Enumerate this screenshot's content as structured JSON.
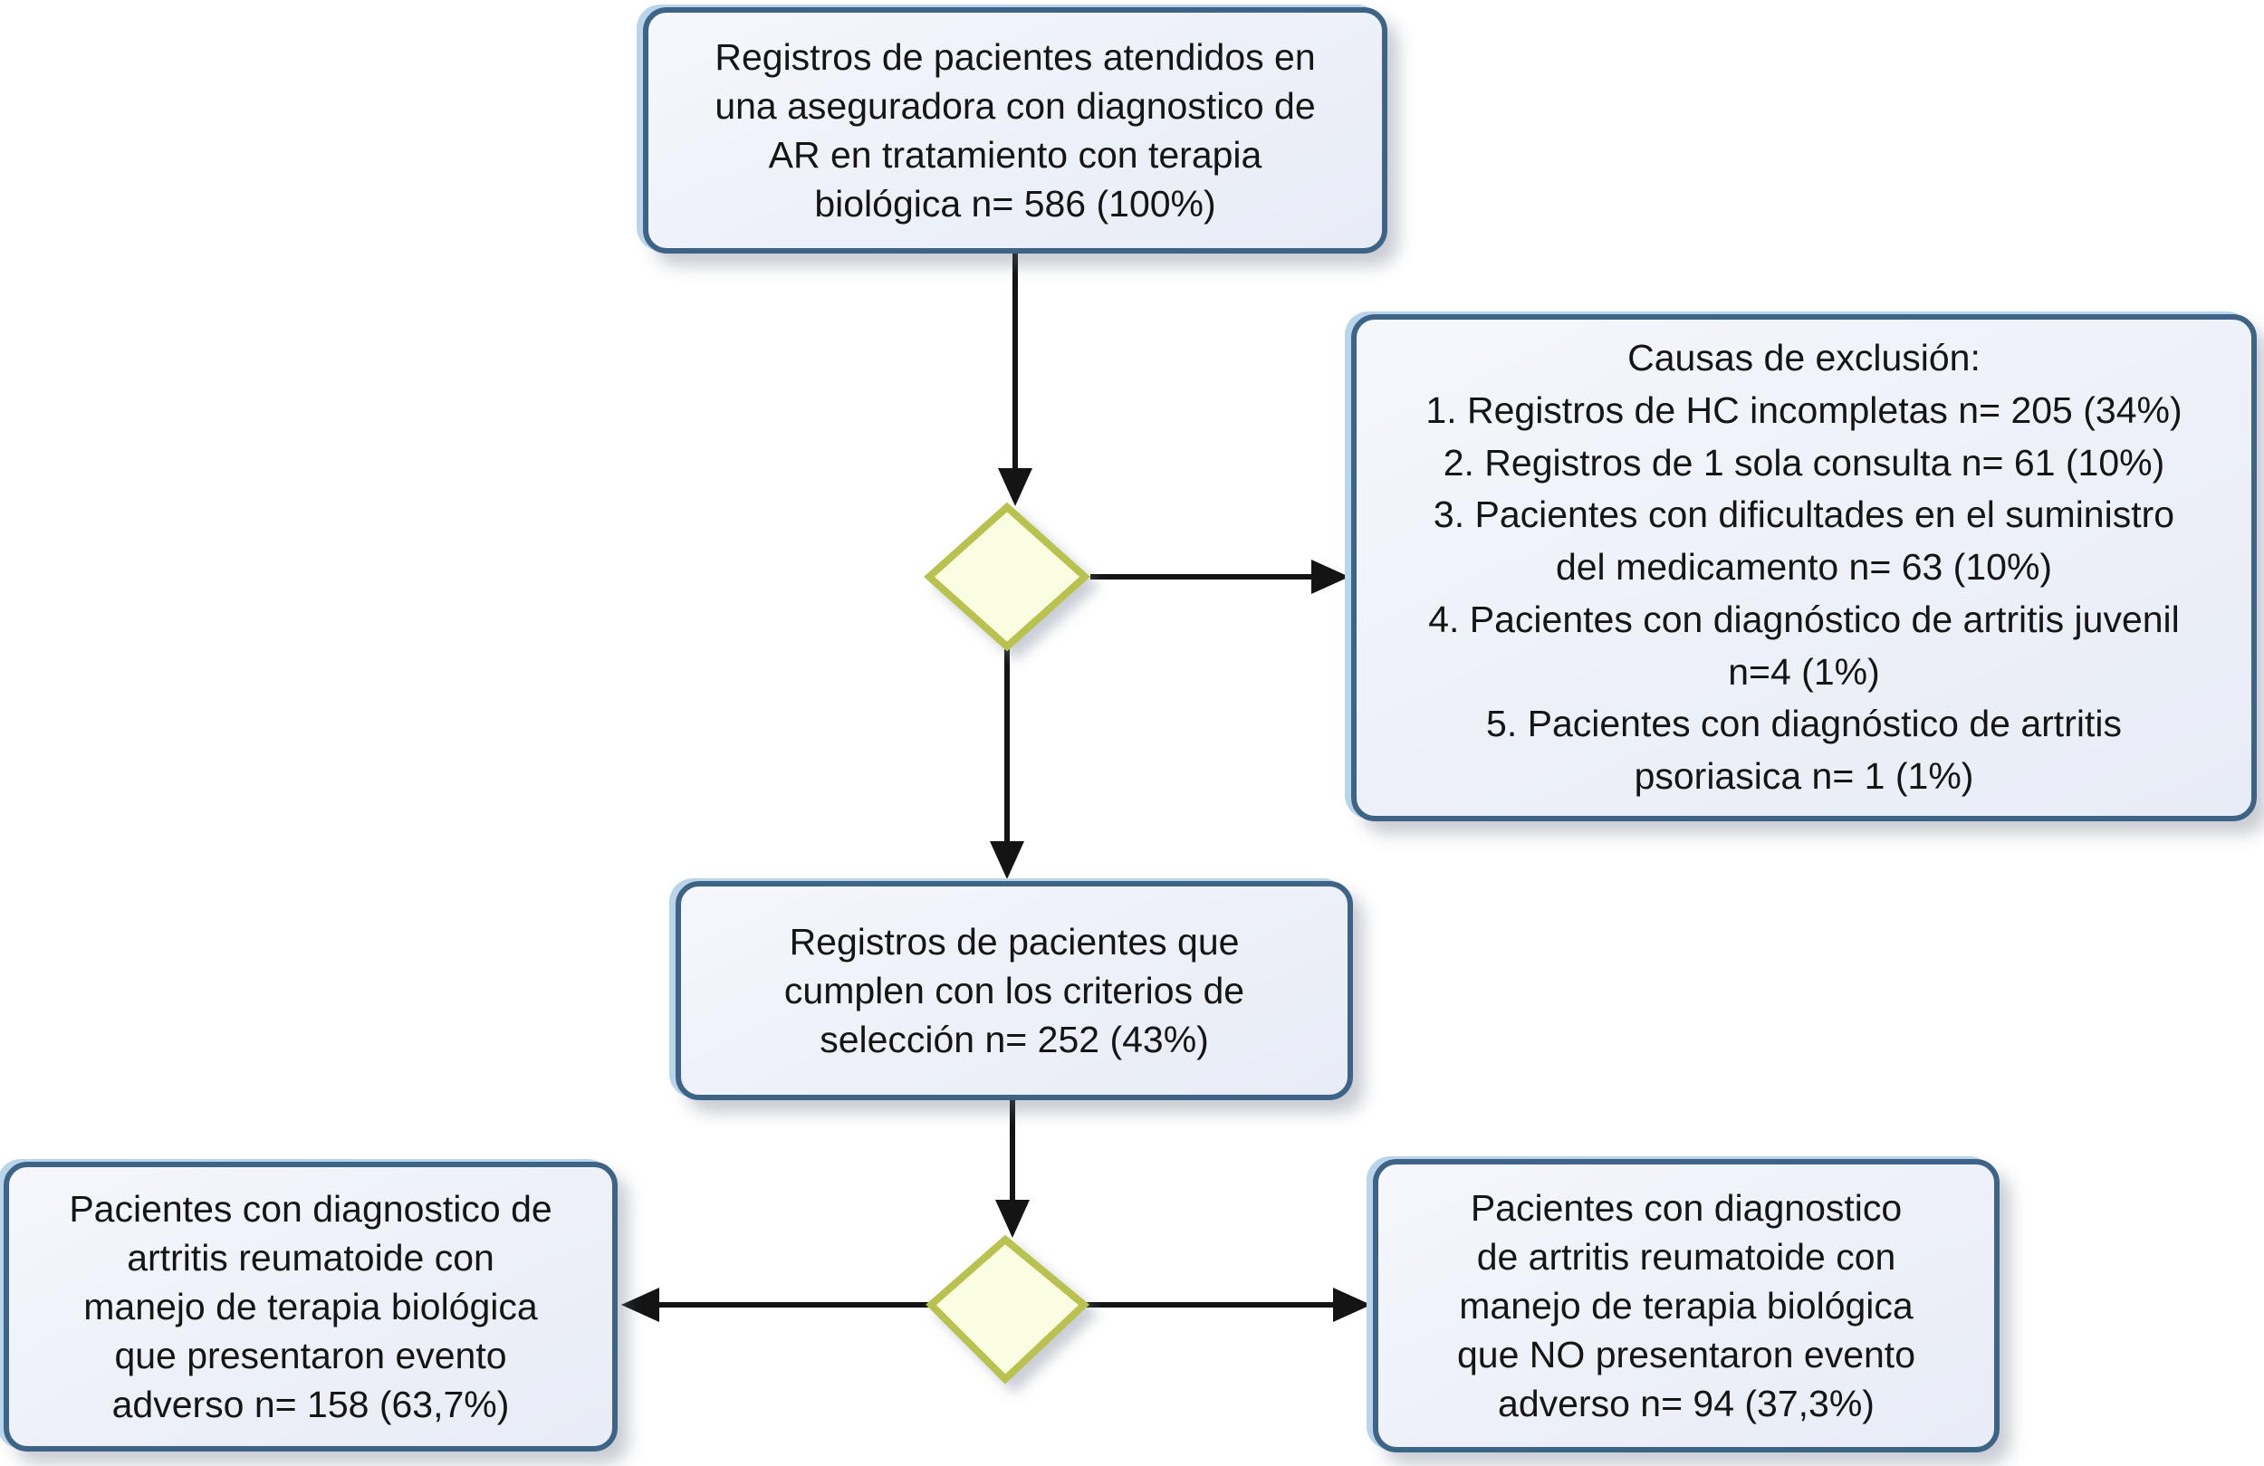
{
  "diagram": {
    "type": "flowchart",
    "background": "#ffffff",
    "colors": {
      "box_fill": "#eff2f9",
      "box_border": "#3d6486",
      "box_accent": "#b9d5ec",
      "diamond_fill": "#fbfde2",
      "diamond_border": "#b9c24f",
      "arrow": "#141414",
      "text": "#151515"
    },
    "nodes": {
      "source": {
        "lines": [
          "Registros de pacientes atendidos en",
          "una aseguradora con diagnostico de",
          "AR en tratamiento con terapia",
          "biológica n= 586 (100%)"
        ]
      },
      "exclusions": {
        "lines": [
          "Causas de exclusión:",
          "1. Registros de HC incompletas n= 205 (34%)",
          "2. Registros de 1 sola consulta n= 61 (10%)",
          "3. Pacientes con dificultades en el suministro",
          "del medicamento n= 63 (10%)",
          "4. Pacientes con diagnóstico de artritis juvenil",
          "n=4 (1%)",
          "5. Pacientes con diagnóstico de artritis",
          "psoriasica n= 1 (1%)"
        ]
      },
      "selected": {
        "lines": [
          "Registros de pacientes que",
          "cumplen con los criterios de",
          "selección n= 252 (43%)"
        ]
      },
      "adverse": {
        "lines": [
          "Pacientes con diagnostico de",
          "artritis reumatoide con",
          "manejo de terapia biológica",
          "que presentaron evento",
          "adverso n= 158 (63,7%)"
        ]
      },
      "no_adverse": {
        "lines": [
          "Pacientes con diagnostico",
          "de artritis reumatoide con",
          "manejo de terapia biológica",
          "que NO presentaron evento",
          "adverso n= 94 (37,3%)"
        ]
      }
    },
    "edges": [
      "source -> decision-1",
      "decision-1 -> exclusions",
      "decision-1 -> selected",
      "selected -> decision-2",
      "decision-2 -> adverse",
      "decision-2 -> no_adverse"
    ]
  }
}
